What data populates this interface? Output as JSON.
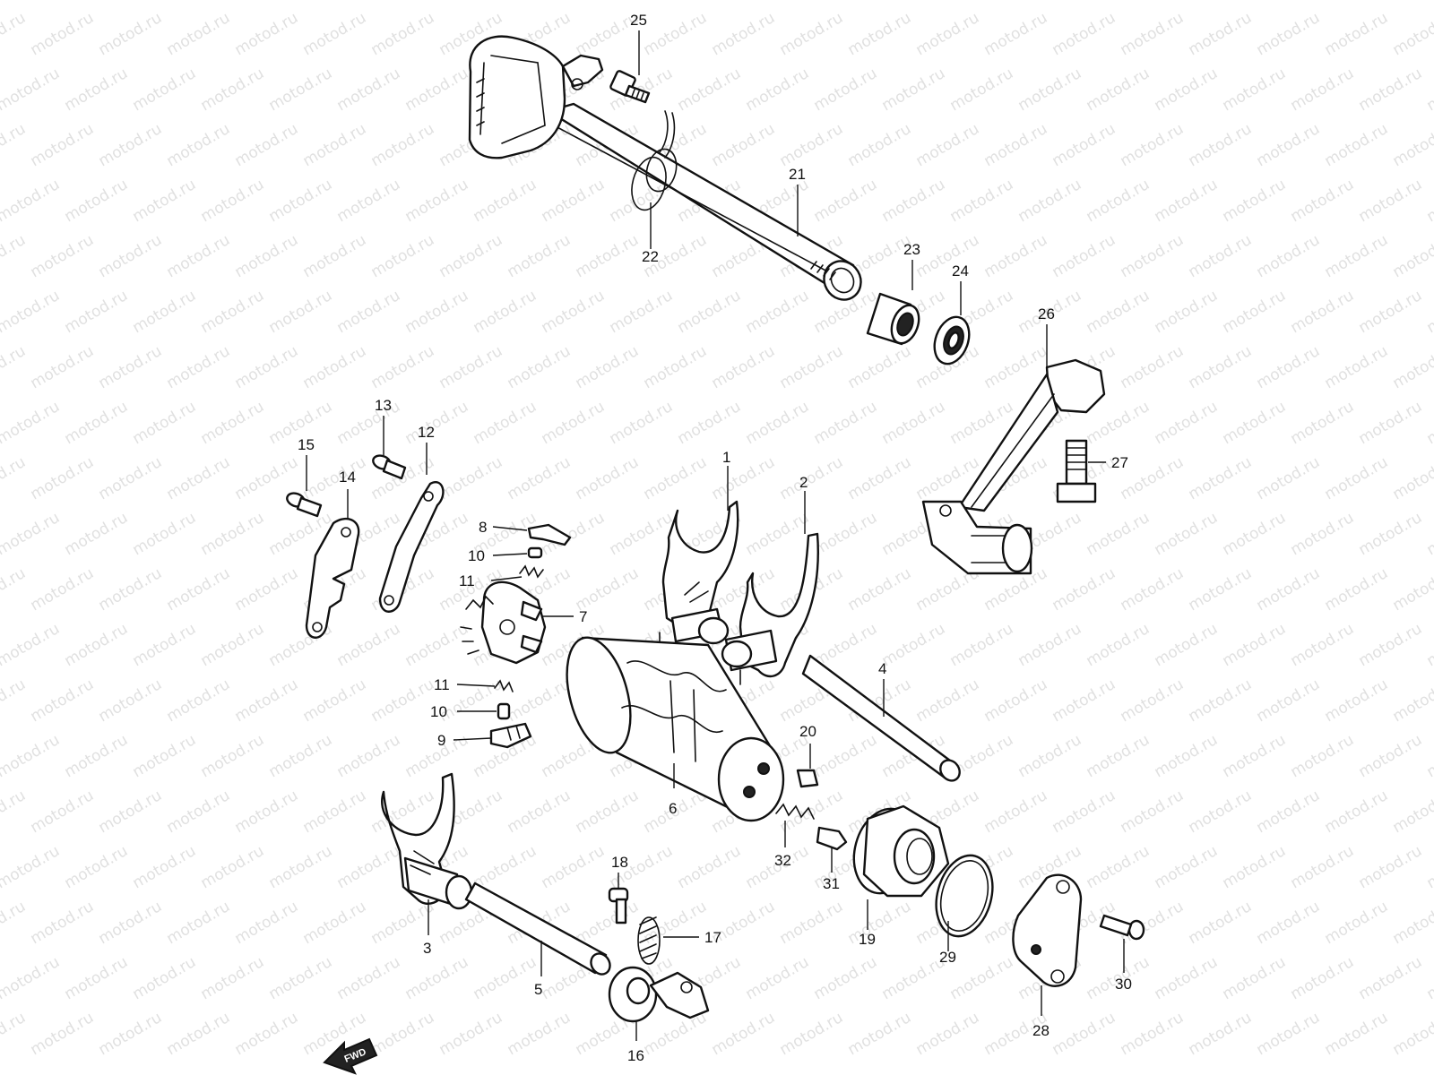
{
  "watermark_text": "motod.ru",
  "fwd_label": "FWD",
  "callouts": {
    "c1": "1",
    "c2": "2",
    "c3": "3",
    "c4": "4",
    "c5": "5",
    "c6": "6",
    "c7": "7",
    "c8": "8",
    "c9": "9",
    "c10a": "10",
    "c10b": "10",
    "c11a": "11",
    "c11b": "11",
    "c12": "12",
    "c13": "13",
    "c14": "14",
    "c15": "15",
    "c16": "16",
    "c17": "17",
    "c18": "18",
    "c19": "19",
    "c20": "20",
    "c21": "21",
    "c22": "22",
    "c23": "23",
    "c24": "24",
    "c25": "25",
    "c26": "26",
    "c27": "27",
    "c28": "28",
    "c29": "29",
    "c30": "30",
    "c31": "31",
    "c32": "32"
  }
}
